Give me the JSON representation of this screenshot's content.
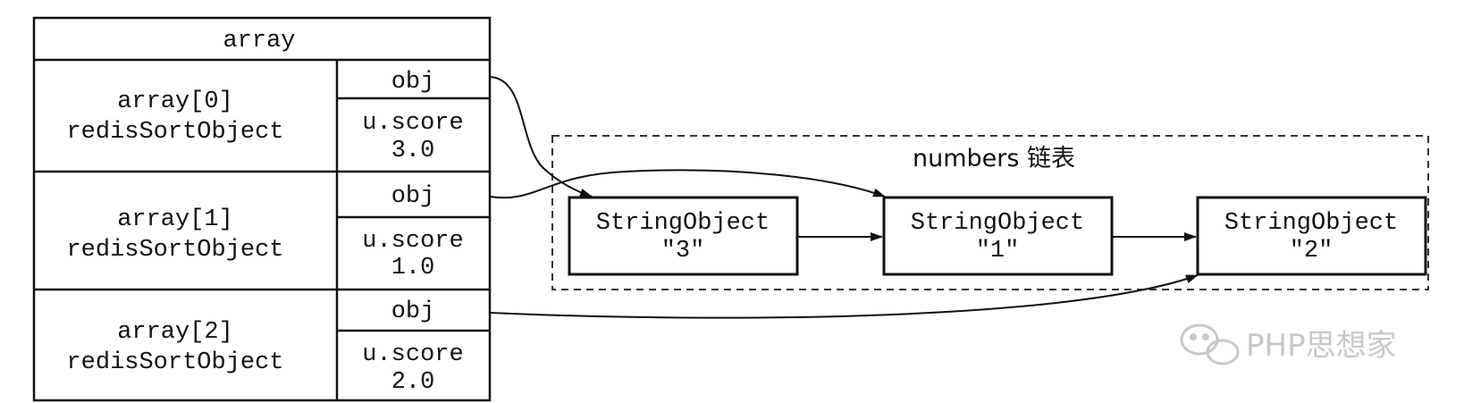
{
  "array": {
    "title": "array",
    "entries": [
      {
        "name": "array[0]",
        "type": "redisSortObject",
        "obj_label": "obj",
        "score_label": "u.score",
        "score_value": "3.0"
      },
      {
        "name": "array[1]",
        "type": "redisSortObject",
        "obj_label": "obj",
        "score_label": "u.score",
        "score_value": "1.0"
      },
      {
        "name": "array[2]",
        "type": "redisSortObject",
        "obj_label": "obj",
        "score_label": "u.score",
        "score_value": "2.0"
      }
    ]
  },
  "linked_list": {
    "title": "numbers 链表",
    "nodes": [
      {
        "type": "StringObject",
        "value": "\"3\""
      },
      {
        "type": "StringObject",
        "value": "\"1\""
      },
      {
        "type": "StringObject",
        "value": "\"2\""
      }
    ]
  },
  "watermark": {
    "text": "PHP思想家"
  }
}
